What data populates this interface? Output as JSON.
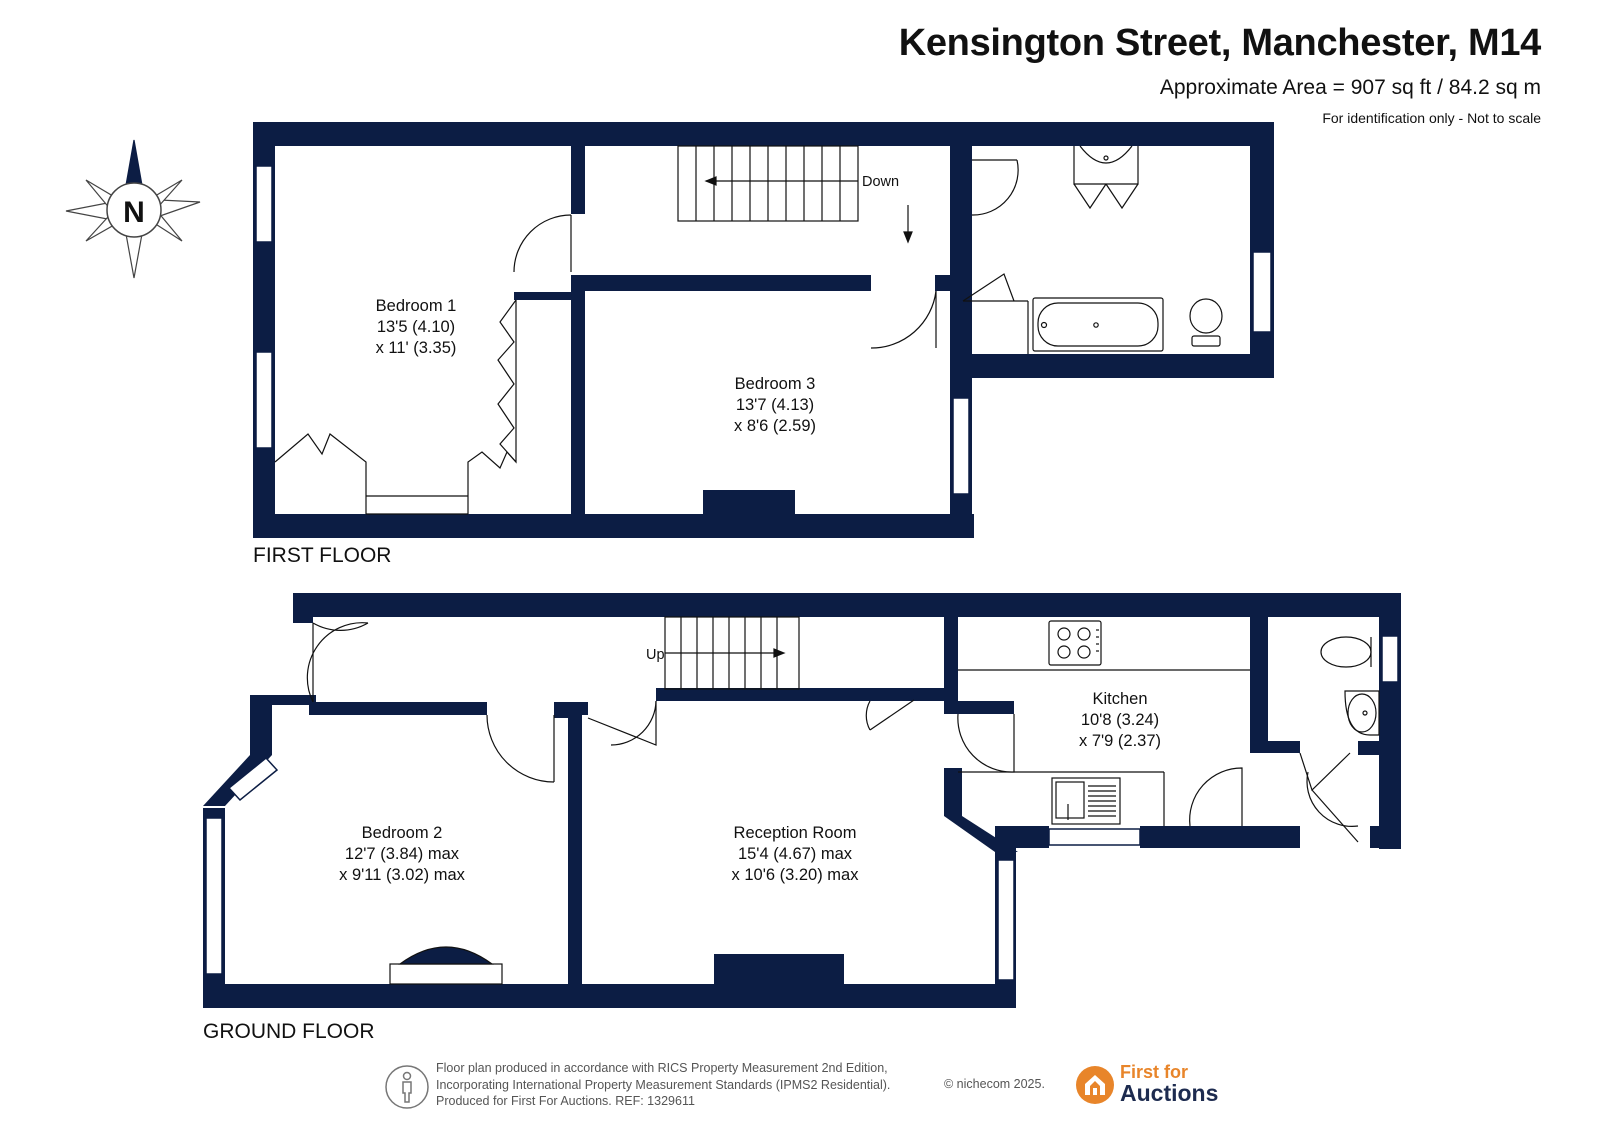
{
  "header": {
    "title": "Kensington Street, Manchester, M14",
    "area": "Approximate Area = 907 sq ft / 84.2 sq m",
    "disclaimer": "For identification only - Not to scale"
  },
  "compass": {
    "label": "N"
  },
  "first_floor": {
    "label": "FIRST FLOOR",
    "stairs_label": "Down",
    "rooms": [
      {
        "name": "Bedroom 1",
        "dim1": "13'5 (4.10)",
        "dim2": "x 11' (3.35)"
      },
      {
        "name": "Bedroom 3",
        "dim1": "13'7 (4.13)",
        "dim2": "x 8'6 (2.59)"
      }
    ]
  },
  "ground_floor": {
    "label": "GROUND FLOOR",
    "stairs_label": "Up",
    "rooms": [
      {
        "name": "Kitchen",
        "dim1": "10'8 (3.24)",
        "dim2": "x 7'9 (2.37)"
      },
      {
        "name": "Bedroom 2",
        "dim1": "12'7 (3.84) max",
        "dim2": "x 9'11 (3.02) max"
      },
      {
        "name": "Reception Room",
        "dim1": "15'4 (4.67) max",
        "dim2": "x 10'6 (3.20) max"
      }
    ]
  },
  "footer": {
    "line1": "Floor plan produced in accordance with RICS Property Measurement 2nd Edition,",
    "line2": "Incorporating International Property Measurement Standards (IPMS2 Residential).",
    "line3": "Produced for First For Auctions.    REF:  1329611",
    "copyright": "© nichecom 2025.",
    "brand_line1": "First for",
    "brand_line2": "Auctions"
  },
  "colors": {
    "wall": "#0c1d44",
    "brand_orange": "#e8852a",
    "brand_navy": "#1d2b4f"
  }
}
